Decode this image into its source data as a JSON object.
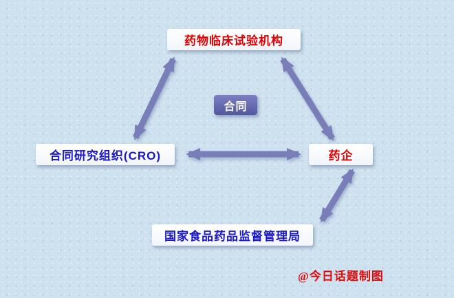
{
  "diagram": {
    "background_color": "#cee1ef",
    "arrow_color": "#7a7eb8",
    "nodes": {
      "institution": {
        "label": "药物临床试验机构",
        "text_color": "#e00000",
        "box_color": "#ffffff"
      },
      "contract": {
        "label": "合同",
        "text_color": "#ffffff",
        "box_color": "#5d61a8"
      },
      "cro": {
        "label": "合同研究组织(CRO)",
        "text_color": "#1a17c8",
        "box_color": "#ffffff"
      },
      "pharma": {
        "label": "药企",
        "text_color": "#e00000",
        "box_color": "#ffffff"
      },
      "cfda": {
        "label": "国家食品药品监督管理局",
        "text_color": "#1a17c8",
        "box_color": "#ffffff"
      }
    },
    "edges": [
      {
        "from": "cro",
        "to": "institution",
        "style": "double-arrow"
      },
      {
        "from": "institution",
        "to": "pharma",
        "style": "double-arrow"
      },
      {
        "from": "cro",
        "to": "pharma",
        "style": "double-arrow"
      },
      {
        "from": "pharma",
        "to": "cfda",
        "style": "double-arrow"
      }
    ],
    "watermark": "@今日话题制图"
  }
}
